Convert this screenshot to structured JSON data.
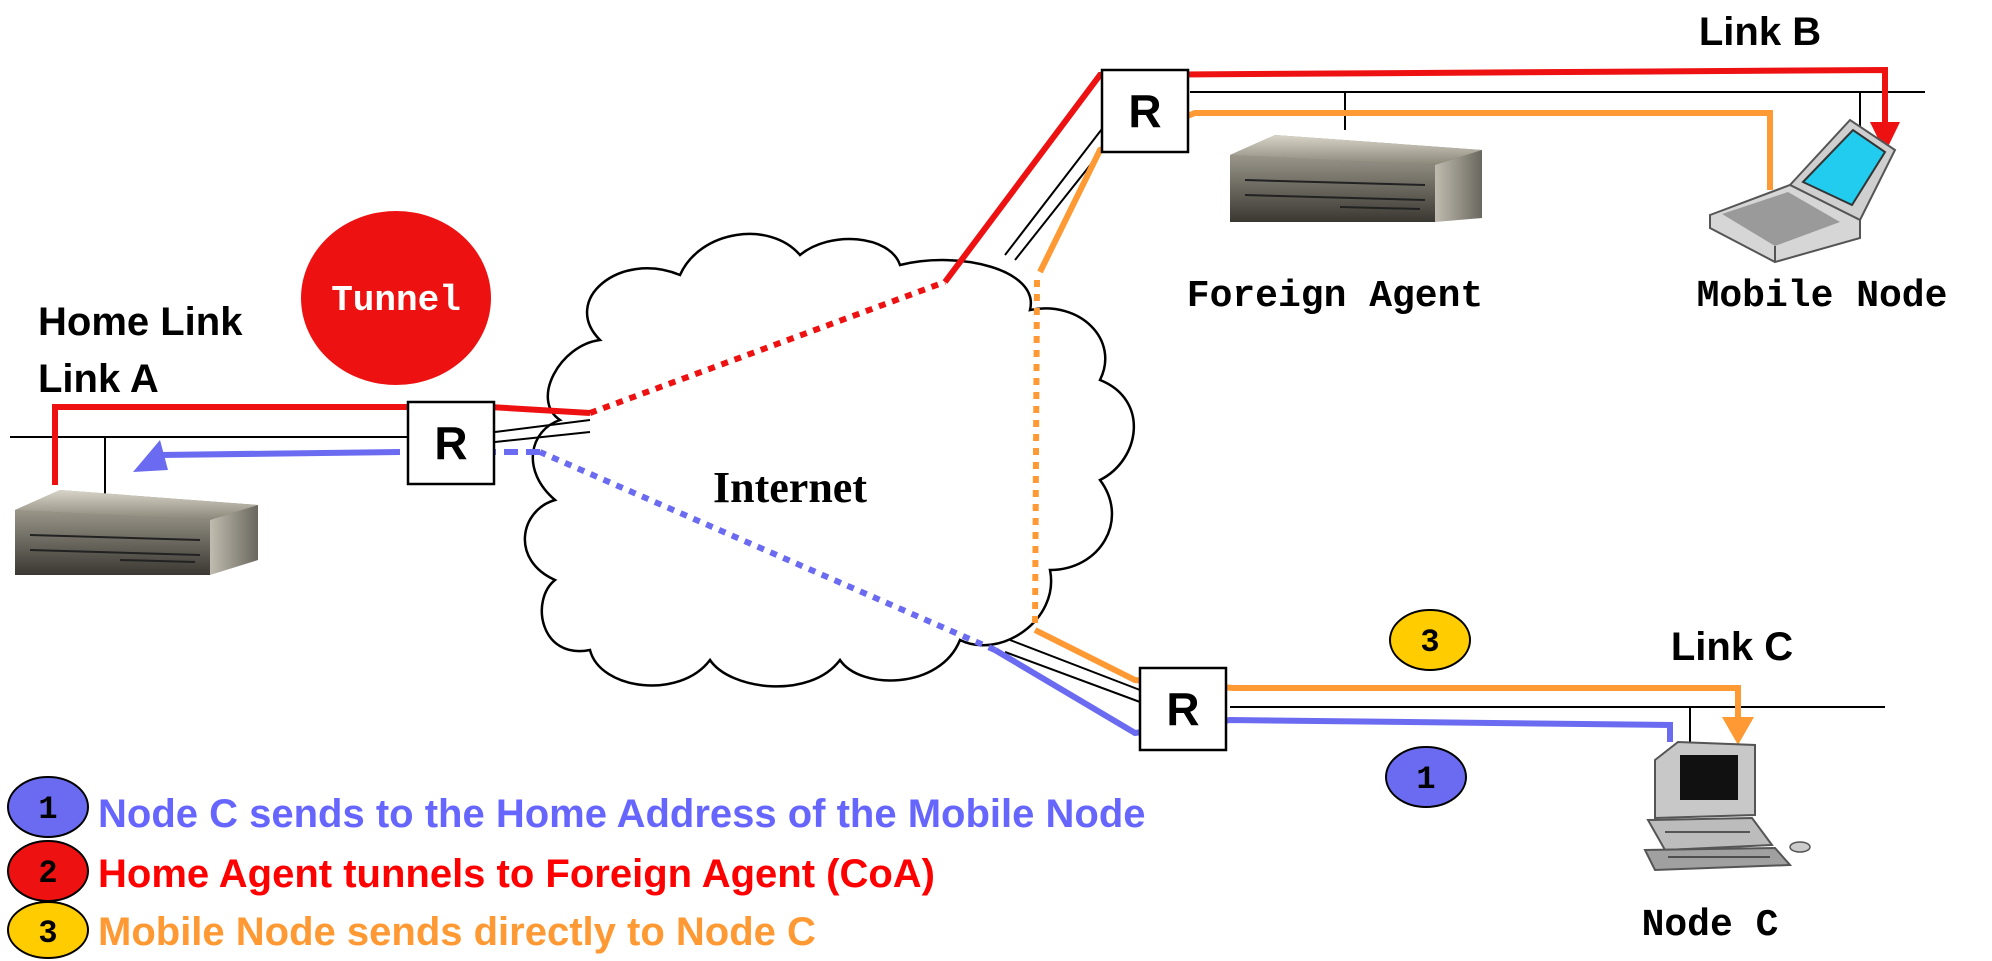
{
  "labels": {
    "link_b": "Link B",
    "home_link": "Home Link",
    "link_a": "Link A",
    "link_c": "Link C",
    "tunnel": "Tunnel",
    "internet": "Internet",
    "foreign_agent": "Foreign Agent",
    "mobile_node": "Mobile Node",
    "node_c": "Node C",
    "router": "R"
  },
  "markers": {
    "path_3": "3",
    "path_1": "1"
  },
  "legend": [
    {
      "num": "1",
      "text": "Node C sends to the Home Address of the Mobile Node",
      "color": "#6666ff"
    },
    {
      "num": "2",
      "text": "Home Agent tunnels to Foreign Agent (CoA)",
      "color": "#ff0000"
    },
    {
      "num": "3",
      "text": "Mobile Node sends directly to Node C",
      "color": "#ff9933"
    }
  ],
  "colors": {
    "tunnel_path": "#ee1111",
    "node_c_path": "#6b6bf2",
    "direct_path": "#ff9933",
    "badge_3": "#ffcc00",
    "badge_1": "#6b6bf2",
    "badge_2": "#ee1111"
  }
}
